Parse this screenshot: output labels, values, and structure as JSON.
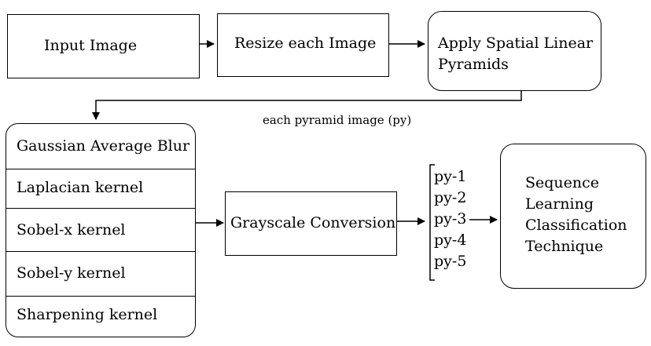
{
  "nodes": {
    "input_image": "Input Image",
    "resize": "Resize each Image",
    "spatial_pyramids_line1": "Apply Spatial Linear",
    "spatial_pyramids_line2": "Pyramids",
    "grayscale": "Grayscale Conversion",
    "classification": [
      "Sequence",
      "Learning",
      "Classification",
      "Technique"
    ]
  },
  "edge_label": "each pyramid image (py)",
  "filters": [
    "Gaussian Average Blur",
    "Laplacian kernel",
    "Sobel-x kernel",
    "Sobel-y kernel",
    "Sharpening kernel"
  ],
  "pyramid_images": [
    "py-1",
    "py-2",
    "py-3",
    "py-4",
    "py-5"
  ]
}
